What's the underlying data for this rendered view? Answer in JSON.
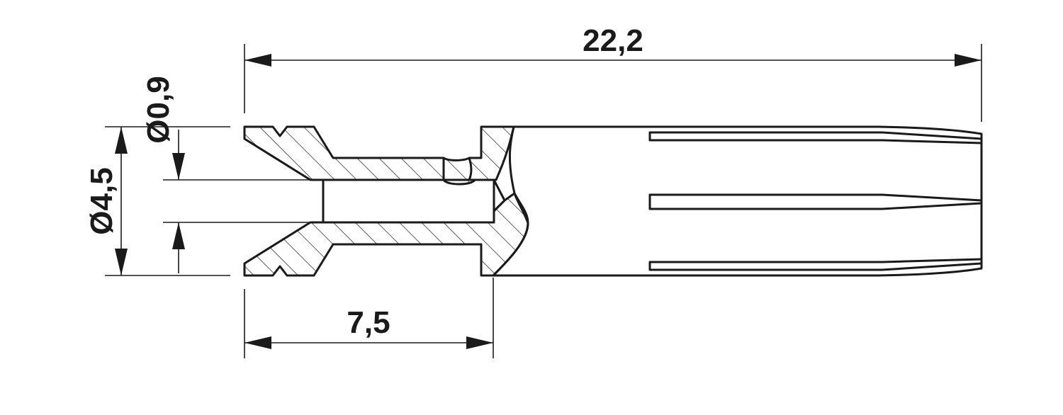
{
  "drawing": {
    "dimensions": {
      "overall_length": "22,2",
      "crimp_length": "7,5",
      "outer_diameter": "Ø4,5",
      "bore_diameter": "Ø0,9"
    },
    "colors": {
      "line": "#1a1a1a",
      "background": "#ffffff"
    }
  }
}
